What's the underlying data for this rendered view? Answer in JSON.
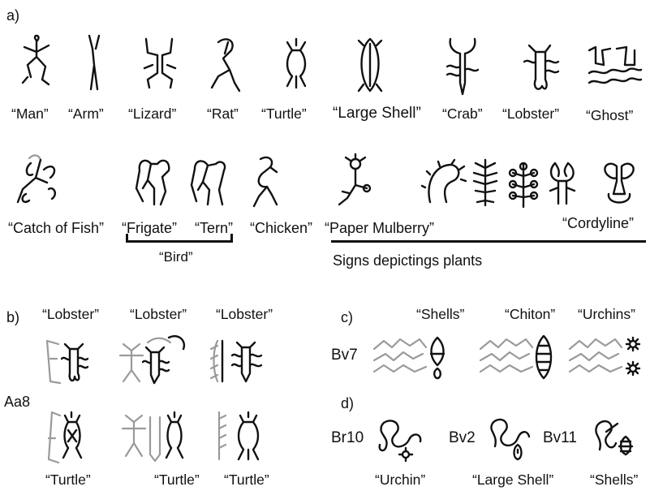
{
  "panel_a": {
    "label": "a)",
    "row1": [
      "“Man”",
      "“Arm”",
      "“Lizard”",
      "“Rat”",
      "“Turtle”",
      "“Large Shell”",
      "“Crab”",
      "“Lobster”",
      "“Ghost”"
    ],
    "row2": [
      "“Catch of Fish”",
      "“Frigate”",
      "“Tern”",
      "“Chicken”",
      "“Paper Mulberry”",
      "“Cordyline”"
    ],
    "bird_bracket": "“Bird”",
    "plants_caption": "Signs depictings plants"
  },
  "panel_b": {
    "label": "b)",
    "side": "Aa8",
    "top": [
      "“Lobster”",
      "“Lobster”",
      "“Lobster”"
    ],
    "bottom": [
      "“Turtle”",
      "“Turtle”",
      "“Turtle”"
    ]
  },
  "panel_c": {
    "label": "c)",
    "side": "Bv7",
    "top": [
      "“Shells”",
      "“Chiton”",
      "“Urchins”"
    ]
  },
  "panel_d": {
    "label": "d)",
    "codes": [
      "Br10",
      "Bv2",
      "Bv11"
    ],
    "bottom": [
      "“Urchin”",
      "“Large Shell”",
      "“Shells”"
    ]
  }
}
